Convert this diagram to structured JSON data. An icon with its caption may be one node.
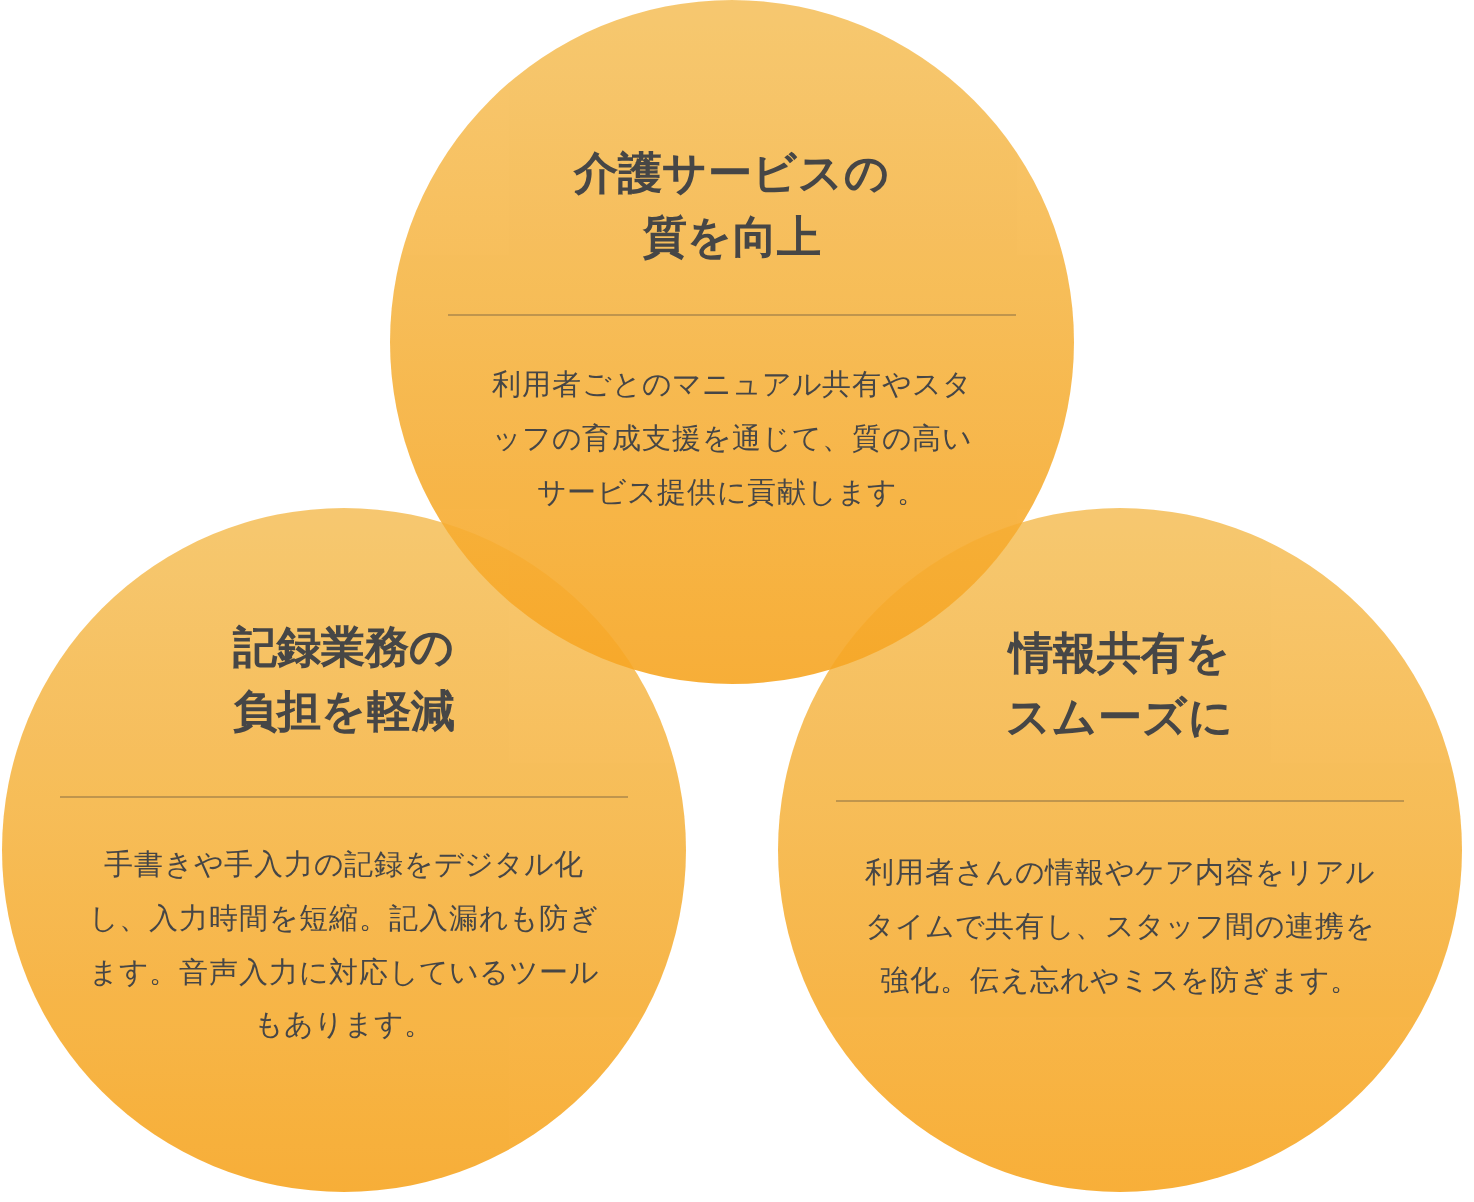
{
  "diagram": {
    "nodes": [
      {
        "text": [
          "介護サービスの質を向上",
          "利用者ごとのマニュアル共有やスタッフの育成支援を通じて、質の高いサービス提供に貢献します。"
        ]
      },
      {
        "text": [
          "記録業務の負担を軽減",
          "手書きや手入力の記録をデジタル化し、入力時間を短縮。記入漏れも防ぎます。音声入力に対応しているツールもあります。"
        ]
      },
      {
        "text": [
          "情報共有をスムーズに",
          "利用者さんの情報やケア内容をリアルタイムで共有し、スタッフ間の連携を強化。伝え忘れやミスを防ぎます。"
        ]
      }
    ]
  }
}
